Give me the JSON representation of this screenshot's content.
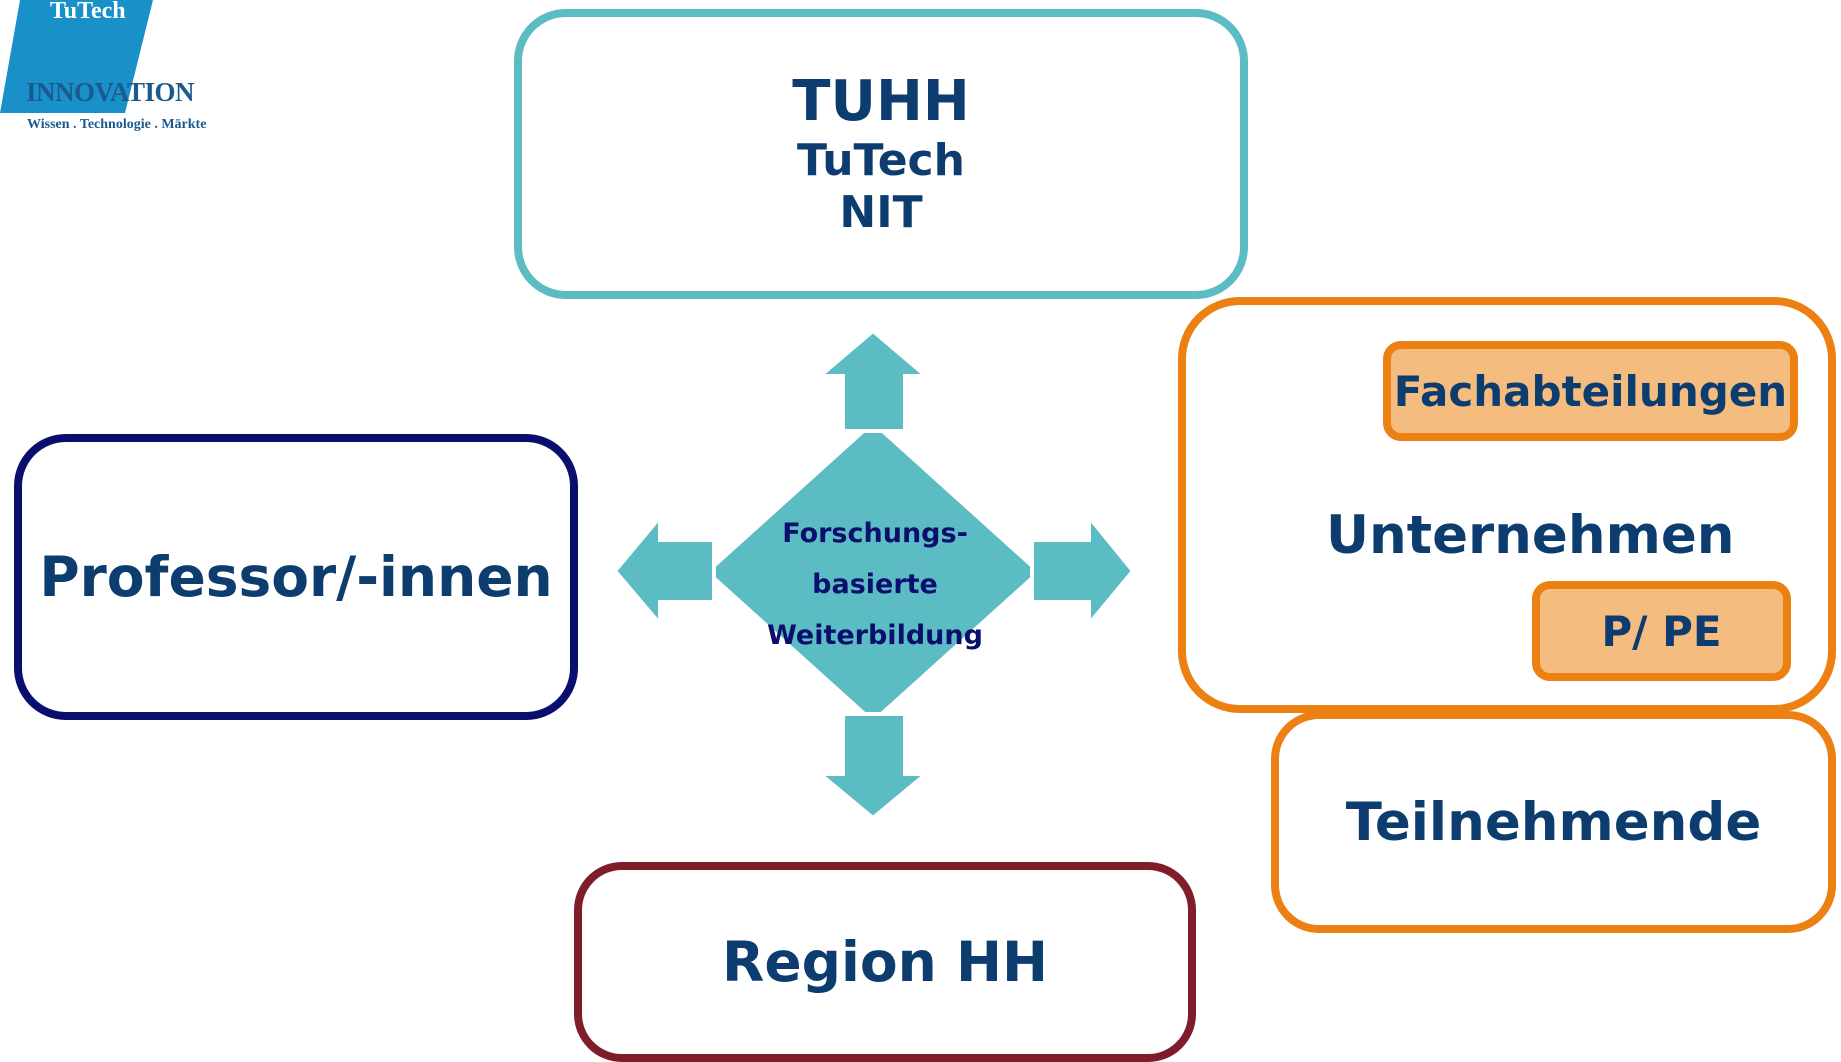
{
  "logo": {
    "brand_top": "TuTech",
    "brand_main": "INNOVATION",
    "tagline": "Wissen . Technologie . Märkte"
  },
  "nodes": {
    "top": {
      "line1": "TUHH",
      "line2": "TuTech",
      "line3": "NIT"
    },
    "left": {
      "label": "Professor/-innen"
    },
    "bottom": {
      "label": "Region HH"
    },
    "right": {
      "label": "Unternehmen",
      "sub_top": "Fachabteilungen",
      "sub_bottom": "P/ PE"
    },
    "right_lower": {
      "label": "Teilnehmende"
    }
  },
  "center": {
    "line1": "Forschungs-",
    "line2": "basierte",
    "line3": "Weiterbildung"
  },
  "colors": {
    "teal": "#5bbcc4",
    "navy": "#0a0f6e",
    "maroon": "#7f1e2a",
    "orange": "#ed8012",
    "orange_fill": "#f5bc80",
    "text": "#0d3d6e",
    "logo_blue": "#1a90c8"
  }
}
